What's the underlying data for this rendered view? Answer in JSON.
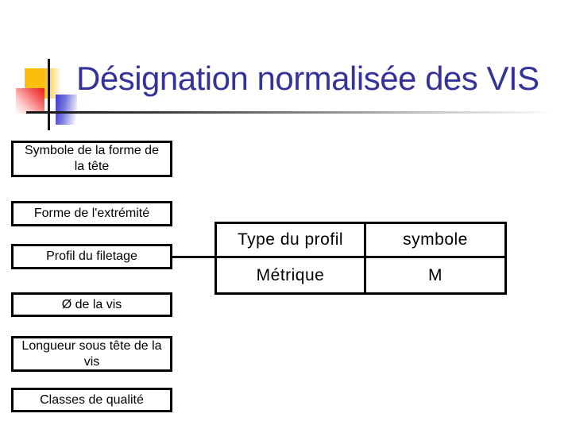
{
  "slide": {
    "title": "Désignation normalisée des VIS"
  },
  "boxes": [
    {
      "label": "Symbole de la forme de la tête"
    },
    {
      "label": "Forme de l'extrémité"
    },
    {
      "label": "Profil du filetage"
    },
    {
      "label": "Ø de la vis"
    },
    {
      "label": "Longueur sous tête de la vis"
    },
    {
      "label": "Classes de qualité"
    }
  ],
  "table": {
    "header": [
      "Type du profil",
      "symbole"
    ],
    "rows": [
      [
        "Métrique",
        "M"
      ]
    ]
  },
  "colors": {
    "title_text": "#333399",
    "accent_yellow": "#fbbe0f",
    "accent_red": "#f21b1b",
    "accent_blue": "#3b3bd0",
    "box_border": "#000000"
  }
}
